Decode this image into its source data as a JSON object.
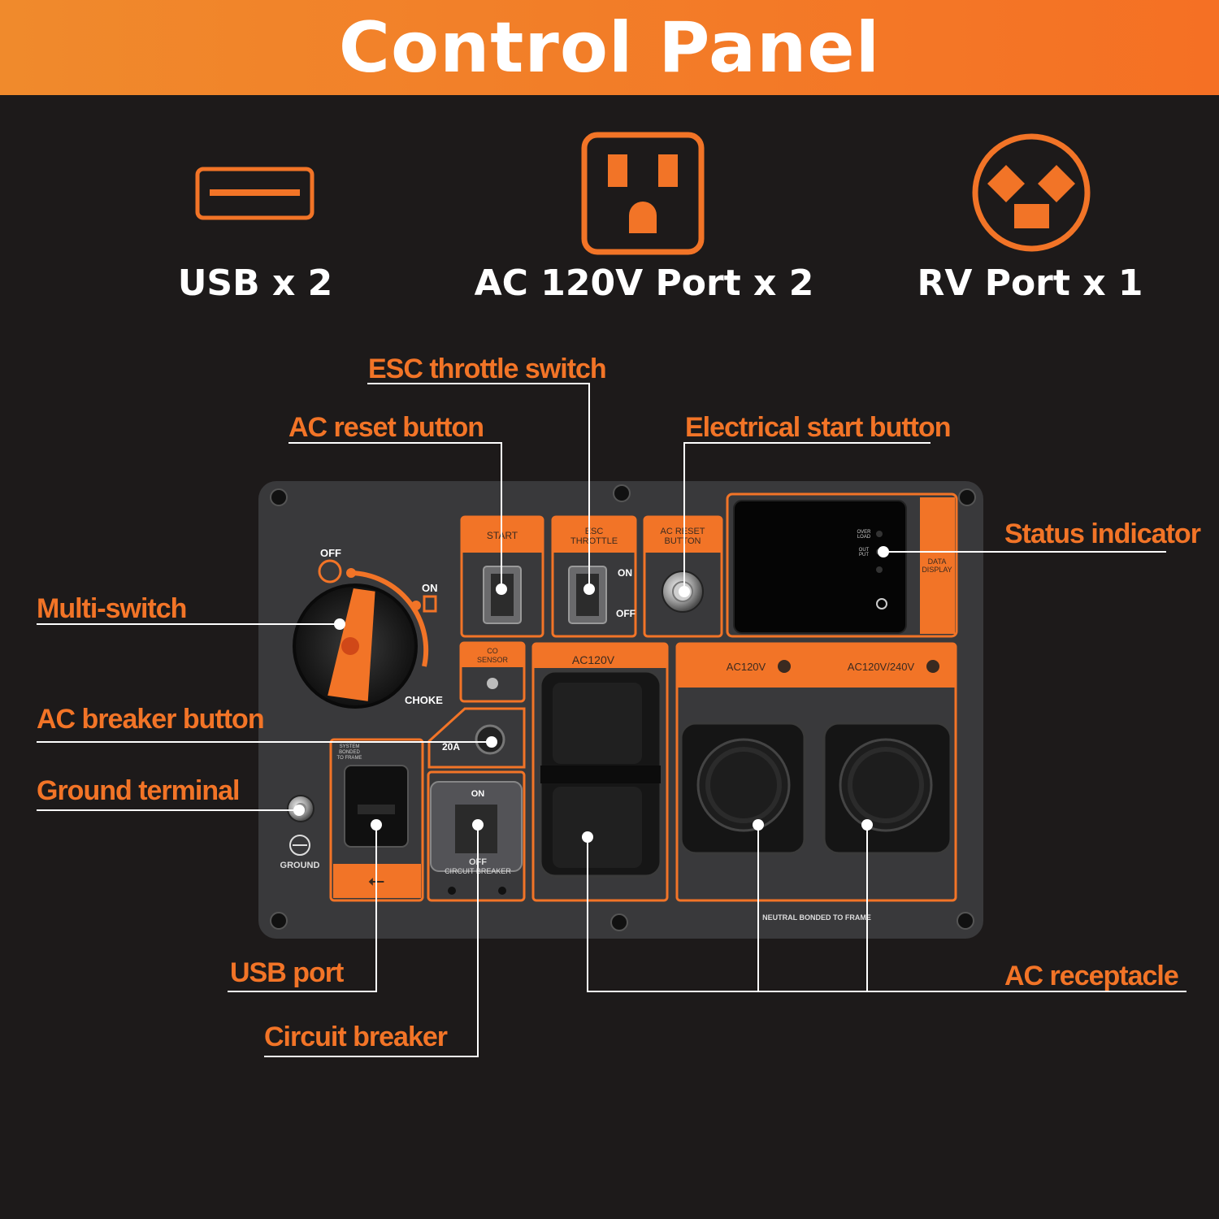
{
  "header": {
    "title": "Control Panel"
  },
  "ports": [
    {
      "label": "USB x 2",
      "icon": "usb-port-icon"
    },
    {
      "label": "AC 120V Port x 2",
      "icon": "ac-outlet-icon"
    },
    {
      "label": "RV Port x 1",
      "icon": "rv-outlet-icon"
    }
  ],
  "callouts": {
    "esc": "ESC throttle switch",
    "ac_reset": "AC reset button",
    "electric_start": "Electrical start button",
    "status": "Status indicator",
    "multi_switch": "Multi-switch",
    "ac_breaker": "AC breaker button",
    "ground": "Ground terminal",
    "usb": "USB port",
    "circuit_breaker": "Circuit breaker",
    "ac_receptacle": "AC receptacle"
  },
  "panel_labels": {
    "off": "OFF",
    "on": "ON",
    "choke": "CHOKE",
    "start": "START",
    "esc_1": "ESC",
    "esc_2": "THROTTLE",
    "esc_on": "ON",
    "esc_off": "OFF",
    "reset_1": "AC RESET",
    "reset_2": "BUTTON",
    "data_1": "DATA",
    "data_2": "DISPLAY",
    "overload_1": "OVER",
    "overload_2": "LOAD",
    "output_1": "OUT",
    "output_2": "PUT",
    "co_1": "CO",
    "co_2": "SENSOR",
    "breaker_20a": "20A",
    "ac120v_a": "AC120V",
    "ac120v_b": "AC120V",
    "ac120_240": "AC120V/240V",
    "system_1": "SYSTEM",
    "system_2": "BONDED",
    "system_3": "TO FRAME",
    "ground": "GROUND",
    "cb_on": "ON",
    "cb_off": "OFF",
    "cb_label": "CIRCUIT BREAKER",
    "neutral": "NEUTRAL BONDED TO FRAME"
  },
  "colors": {
    "accent": "#f27427",
    "background": "#1d1a1a",
    "panel": "#3a3a3c"
  }
}
